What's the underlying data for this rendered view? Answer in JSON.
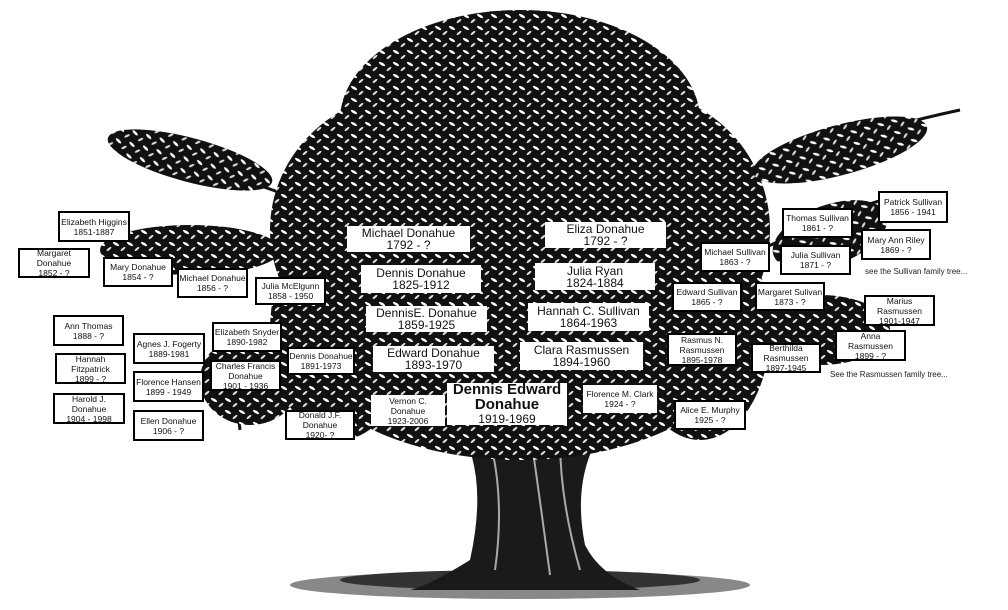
{
  "colors": {
    "ink": "#000000",
    "paper": "#ffffff"
  },
  "people": {
    "michael_1792": {
      "name": "Michael Donahue",
      "dates": "1792 - ?"
    },
    "eliza_1792": {
      "name": "Eliza Donahue",
      "dates": "1792 - ?"
    },
    "dennis_1825": {
      "name": "Dennis Donahue",
      "dates": "1825-1912"
    },
    "julia_ryan": {
      "name": "Julia Ryan",
      "dates": "1824-1884"
    },
    "dennis_e_1859": {
      "name": "DennisE. Donahue",
      "dates": "1859-1925"
    },
    "hannah_c_sullivan": {
      "name": "Hannah C. Sullivan",
      "dates": "1864-1963"
    },
    "edward_1893": {
      "name": "Edward Donahue",
      "dates": "1893-1970"
    },
    "clara_rasmussen": {
      "name": "Clara Rasmussen",
      "dates": "1894-1960"
    },
    "dennis_edward": {
      "name": "Dennis Edward Donahue",
      "dates": "1919-1969"
    },
    "vernon": {
      "name": "Vernon C. Donahue",
      "dates": "1923-2006"
    },
    "florence_clark": {
      "name": "Florence M. Clark",
      "dates": "1924 - ?"
    },
    "donald": {
      "name": "Donald J.F. Donahue",
      "dates": "1920- ?"
    },
    "dennis_1891": {
      "name": "Dennis Donahue",
      "dates": "1891-1973"
    },
    "elizabeth_higgins": {
      "name": "Elizabeth Higgins",
      "dates": "1851-1887"
    },
    "margaret_donahue": {
      "name": "Margaret Donahue",
      "dates": "1852 - ?"
    },
    "mary_donahue": {
      "name": "Mary Donahue",
      "dates": "1854 - ?"
    },
    "michael_1856": {
      "name": "Michael Donahue",
      "dates": "1856 - ?"
    },
    "julia_mcelgunn": {
      "name": "Julia McElgunn",
      "dates": "1858 - 1950"
    },
    "ann_thomas": {
      "name": "Ann Thomas",
      "dates": "1888 - ?"
    },
    "agnes": {
      "name": "Agnes J. Fogerty",
      "dates": "1889-1981"
    },
    "hannah_fitz": {
      "name": "Hannah Fitzpatrick",
      "dates": "1899  - ?"
    },
    "elizabeth_snyder": {
      "name": "Elizabeth Snyder",
      "dates": "1890-1982"
    },
    "charles": {
      "name": "Charles Francis Donahue",
      "dates": "1901 - 1936"
    },
    "florence_hansen": {
      "name": "Florence Hansen",
      "dates": "1899 - 1949"
    },
    "harold": {
      "name": "Harold J. Donahue",
      "dates": "1904 - 1998"
    },
    "ellen": {
      "name": "Ellen Donahue",
      "dates": "1906 - ?"
    },
    "patrick_sullivan": {
      "name": "Patrick Sullivan",
      "dates": "1856 - 1941"
    },
    "thomas_sullivan": {
      "name": "Thomas Sullivan",
      "dates": "1861 - ?"
    },
    "mary_ann_riley": {
      "name": "Mary Ann Riley",
      "dates": "1869 - ?"
    },
    "michael_sullivan": {
      "name": "Michael Sullivan",
      "dates": "1863 - ?"
    },
    "julia_sullivan": {
      "name": "Julia Sullivan",
      "dates": "1871 - ?"
    },
    "edward_sullivan": {
      "name": "Edward Sullivan",
      "dates": "1865 - ?"
    },
    "margaret_sulivan": {
      "name": "Margaret Sulivan",
      "dates": "1873 - ?"
    },
    "marius": {
      "name": "Marius Rasmussen",
      "dates": "1901-1947"
    },
    "anna": {
      "name": "Anna Rasmussen",
      "dates": "1899 - ?"
    },
    "rasmus": {
      "name": "Rasmus N. Rasmussen",
      "dates": "1895-1978"
    },
    "berthilda": {
      "name": "Berthilda Rasmussen",
      "dates": "1897-1945"
    },
    "alice": {
      "name": "Alice E. Murphy",
      "dates": "1925 - ?"
    }
  },
  "links": {
    "sullivan_tree": "see the Sullivan family tree...",
    "rasmussen_tree": "See the Rasmussen family tree..."
  }
}
